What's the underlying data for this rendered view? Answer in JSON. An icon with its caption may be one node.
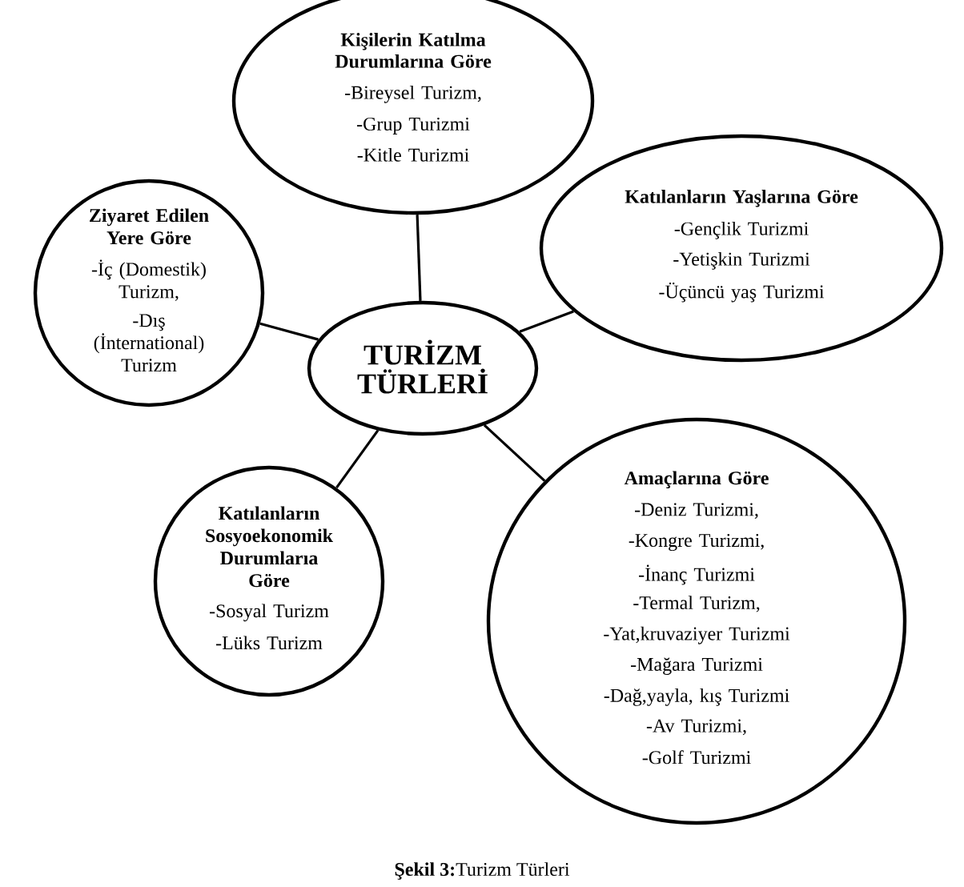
{
  "diagram": {
    "caption": "**Şekil 3:**Turizm Türleri",
    "nodes": [
      {
        "text": [
          "Kişilerin Katılma Durumlarına Göre",
          "-Bireysel Turizm,",
          "-Grup Turizmi",
          "-Kitle Turizmi"
        ]
      },
      {
        "text": [
          "Katılanların Yaşlarına Göre",
          "-Gençlik Turizmi",
          "-Yetişkin Turizmi",
          "-Üçüncü yaş Turizmi"
        ]
      },
      {
        "text": [
          "Ziyaret Edilen Yere Göre",
          "-İç (Domestik) Turizm,",
          "-Dış (İnternational) Turizm"
        ]
      },
      {
        "text": [
          "TURİZM TÜRLERİ"
        ]
      },
      {
        "text": [
          "Katılanların Sosyoekonomik Durumlarıa Göre",
          "-Sosyal Turizm",
          "-Lüks Turizm"
        ]
      },
      {
        "text": [
          "Amaçlarına Göre",
          "-Deniz Turizmi,",
          "-Kongre Turizmi,",
          "-İnanç Turizmi",
          "-Termal Turizm,",
          "-Yat,kruvaziyer Turizmi",
          "-Mağara Turizmi",
          "-Dağ,yayla, kış Turizmi",
          "-Av Turizmi,",
          "-Golf Turizmi"
        ]
      }
    ],
    "edges": [
      {
        "from": 3,
        "to": 0,
        "arrow": "none"
      },
      {
        "from": 3,
        "to": 1,
        "arrow": "none"
      },
      {
        "from": 3,
        "to": 2,
        "arrow": "none"
      },
      {
        "from": 3,
        "to": 4,
        "arrow": "none"
      },
      {
        "from": 3,
        "to": 5,
        "arrow": "none"
      }
    ]
  }
}
